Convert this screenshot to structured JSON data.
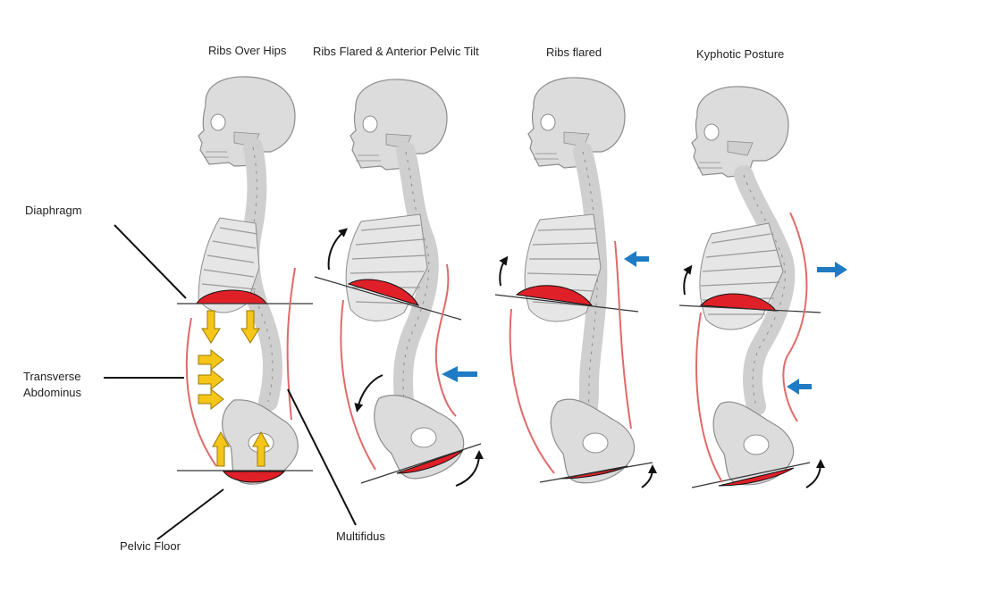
{
  "titles": {
    "fig1": "Ribs Over Hips",
    "fig2": "Ribs Flared & Anterior Pelvic Tilt",
    "fig3": "Ribs flared",
    "fig4": "Kyphotic Posture"
  },
  "labels": {
    "diaphragm": "Diaphragm",
    "transverse_line1": "Transverse",
    "transverse_line2": "Abdominus",
    "pelvic_floor": "Pelvic Floor",
    "multifidus": "Multifidus"
  },
  "colors": {
    "bone_fill": "#dcdcdc",
    "bone_stroke": "#8c8c8c",
    "muscle_red": "#e02028",
    "fascia_line": "#e06a6a",
    "arrow_yellow": "#f5c518",
    "arrow_blue": "#1f7bc4",
    "leader_line": "#111111"
  },
  "icons": {
    "yellow_arrow": "force-arrow-icon",
    "blue_arrow": "push-arrow-icon",
    "rotation_arrow": "curved-rotation-arrow-icon"
  }
}
